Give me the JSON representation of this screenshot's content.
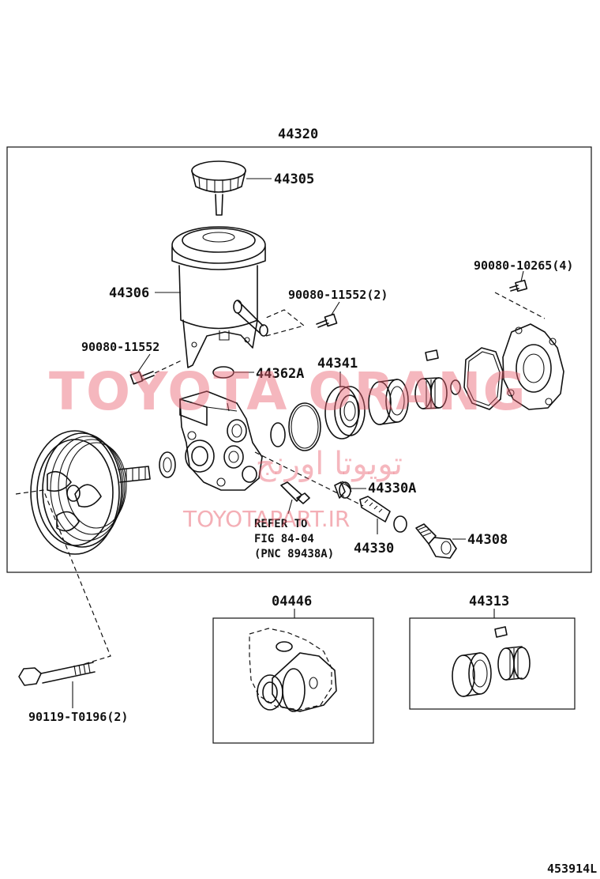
{
  "diagram": {
    "assembly_number": "44320",
    "labels": {
      "cap": "44305",
      "reservoir": "44306",
      "bolt_reservoir_right": "90080-11552(2)",
      "bolt_reservoir_left": "90080-11552",
      "bolt_cover": "90080-10265(4)",
      "oring_small": "44362A",
      "ring_seal": "44341",
      "valve_spring": "44330A",
      "valve": "44330",
      "union_plug": "44308",
      "pulley_bolt": "90119-T0196(2)",
      "gasket_kit": "04446",
      "cam_ring_kit": "44313",
      "diagram_code": "453914L"
    },
    "refer_note": {
      "line1": "REFER TO",
      "line2": "FIG 84-04",
      "line3": "(PNC 89438A)"
    }
  },
  "watermark": {
    "main": "TOYOTA ORANG",
    "arabic": "تويوتا اورنج",
    "url": "TOYOTAPART.IR"
  }
}
